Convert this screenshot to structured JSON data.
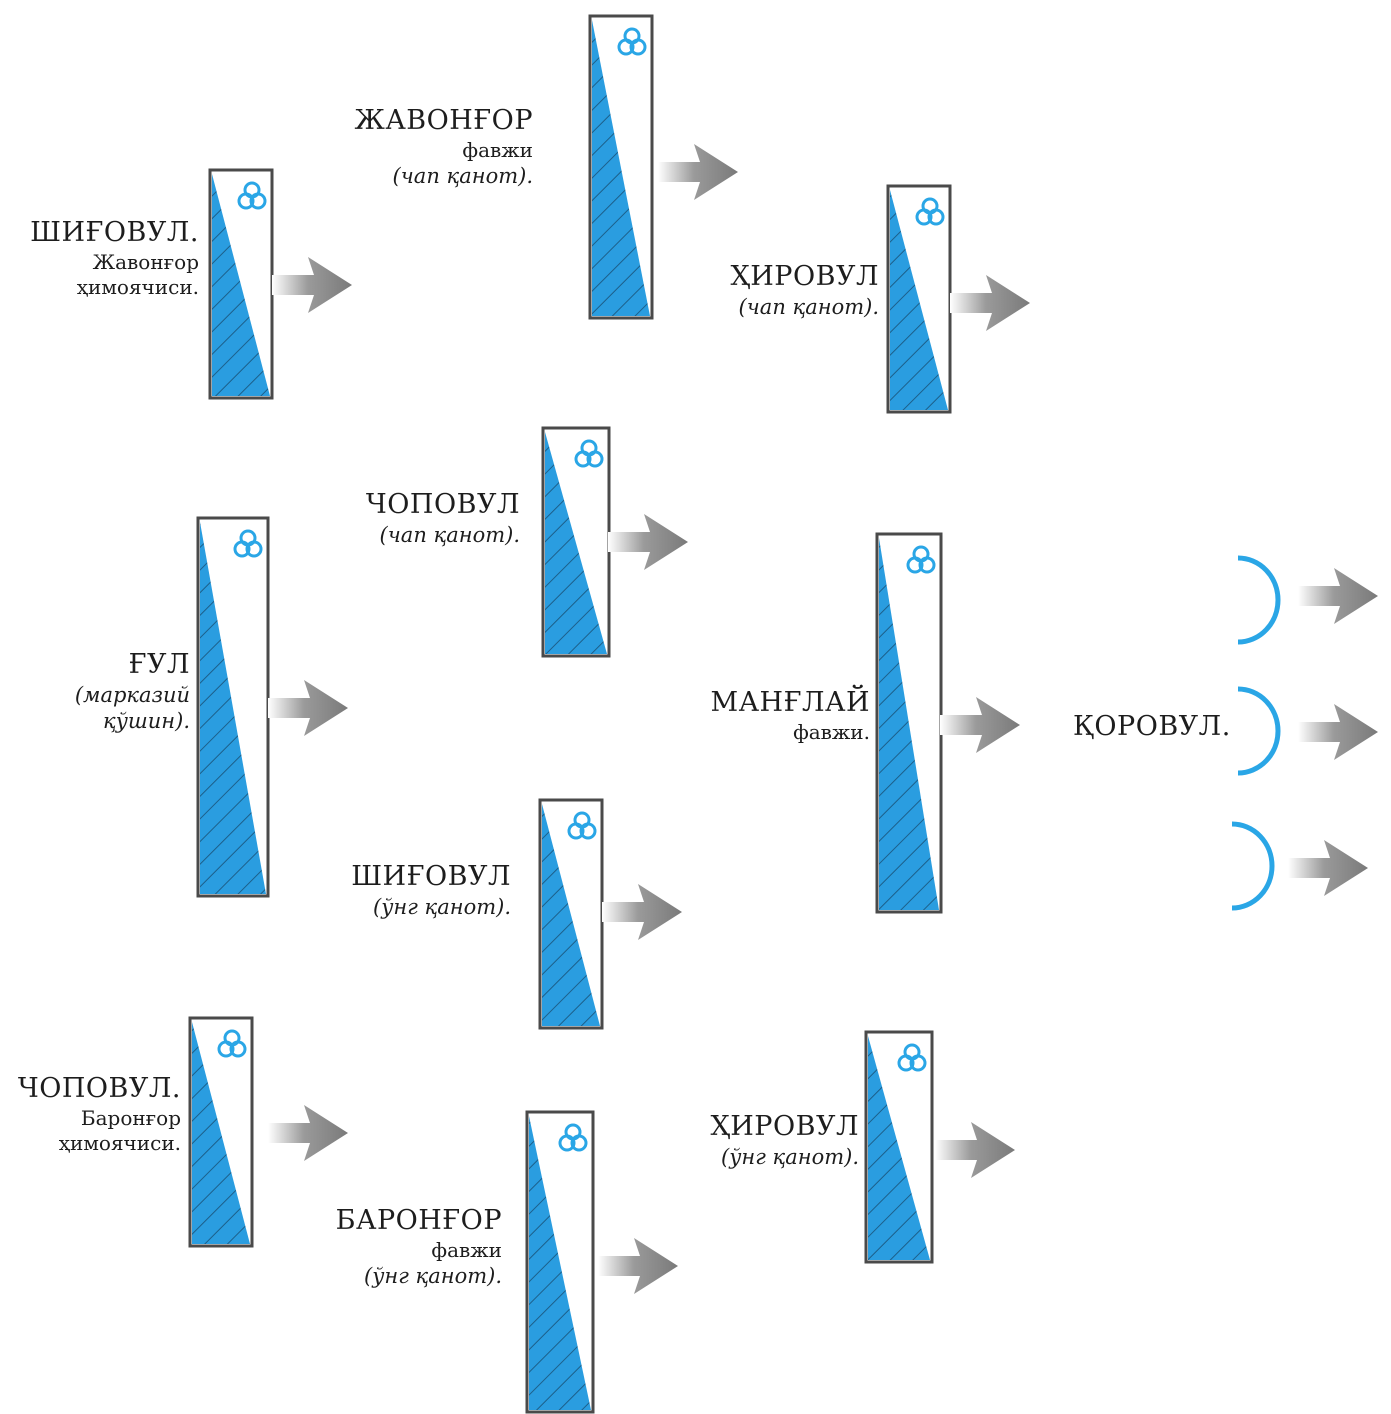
{
  "units": [
    {
      "id": "shigovul-left-guard",
      "title": "ШИҒОВУЛ.",
      "lines": [
        "Жавонғор",
        "ҳимоячиси."
      ]
    },
    {
      "id": "javongor",
      "title": "ЖАВОНҒОР",
      "lines": [
        "фавжи",
        "(чап қанот)."
      ]
    },
    {
      "id": "hirovul-left",
      "title": "ҲИРОВУЛ",
      "lines": [
        "(чап қанот)."
      ]
    },
    {
      "id": "gul",
      "title": "ҒУЛ",
      "lines": [
        "(марказий",
        "қўшин)."
      ]
    },
    {
      "id": "chopovul-left",
      "title": "ЧОПОВУЛ",
      "lines": [
        "(чап қанот)."
      ]
    },
    {
      "id": "manglay",
      "title": "МАНҒЛАЙ",
      "lines": [
        "фавжи."
      ]
    },
    {
      "id": "qorovul",
      "title": "ҚОРОВУЛ.",
      "lines": []
    },
    {
      "id": "shigovul-right",
      "title": "ШИҒОВУЛ",
      "lines": [
        "(ўнг қанот)."
      ]
    },
    {
      "id": "chopovul-right-guard",
      "title": "ЧОПОВУЛ.",
      "lines": [
        "Баронғор",
        "ҳимоячиси."
      ]
    },
    {
      "id": "hirovul-right",
      "title": "ҲИРОВУЛ",
      "lines": [
        "(ўнг қанот)."
      ]
    },
    {
      "id": "barongor",
      "title": "БАРОНҒОР",
      "lines": [
        "фавжи",
        "(ўнг қанот)."
      ]
    }
  ],
  "colors": {
    "banner_fill": "#2a9de0",
    "banner_border": "#4a4a4a",
    "hatch": "#1c5f8a",
    "emblem": "#2aa6e6",
    "arrow": "#8a8a8a",
    "arc": "#2aa6e6"
  },
  "icons": {
    "banner": "flag-banner-icon",
    "emblem": "three-circles-icon",
    "arrow": "forward-arrow-icon"
  }
}
